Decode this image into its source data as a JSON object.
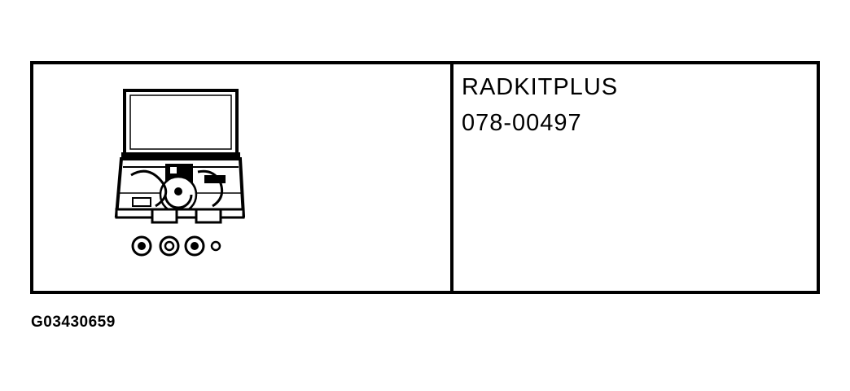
{
  "tool": {
    "name": "RADKITPLUS",
    "part_number": "078-00497"
  },
  "figure": {
    "code": "G03430659"
  },
  "illustration": {
    "icon": "radiator-test-kit-case-icon",
    "accent": "#000000"
  }
}
